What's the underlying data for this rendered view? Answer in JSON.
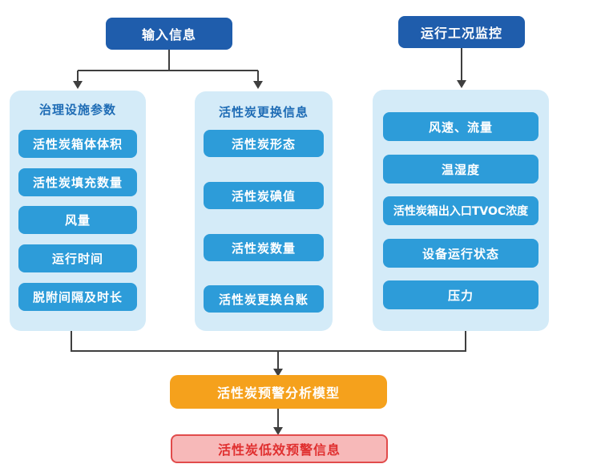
{
  "diagram": {
    "top_nodes": {
      "input": {
        "label": "输入信息"
      },
      "monitor": {
        "label": "运行工况监控"
      }
    },
    "groups": [
      {
        "title": "治理设施参数",
        "items": [
          "活性炭箱体体积",
          "活性炭填充数量",
          "风量",
          "运行时间",
          "脱附间隔及时长"
        ]
      },
      {
        "title": "活性炭更换信息",
        "items": [
          "活性炭形态",
          "活性炭碘值",
          "活性炭数量",
          "活性炭更换台账"
        ]
      },
      {
        "title": "",
        "items": [
          "风速、流量",
          "温湿度",
          "活性炭箱出入口TVOC浓度",
          "设备运行状态",
          "压力"
        ]
      }
    ],
    "model_node": {
      "label": "活性炭预警分析模型"
    },
    "output_node": {
      "label": "活性炭低效预警信息"
    },
    "colors": {
      "dark_blue": "#1f5dac",
      "item_blue": "#2d9cd9",
      "panel_blue": "#d4ebf8",
      "title_blue": "#1e6cb5",
      "orange": "#f5a11c",
      "pink_bg": "#f7b9b9",
      "pink_border": "#e14b4b",
      "red_text": "#e02f2f",
      "line": "#3f3f3f"
    }
  }
}
